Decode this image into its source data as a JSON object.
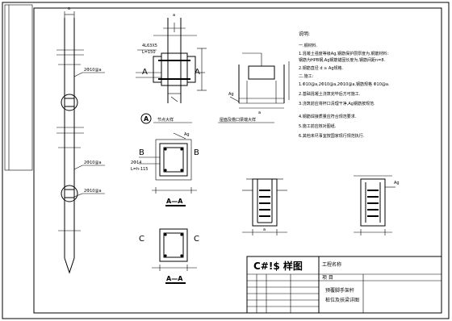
{
  "sheet": {
    "title_block": {
      "drawing_name": "C#!$ 样图",
      "project_label": "工程名称",
      "item_label": "项 目",
      "drawing_title_line1": "预覆脚手架杆",
      "drawing_title_line2": "桩位及扶梁详图"
    }
  },
  "labels": {
    "section_A": "A",
    "section_B": "B",
    "section_C": "C",
    "section_B_right": "B",
    "section_C_right": "C",
    "circle_A": "A",
    "section_AA_1": "A—A",
    "section_AA_2": "A—A",
    "detail_caption_1": "节点大样",
    "detail_caption_2": "屋面及檐口梁端大样",
    "dim_a": "a",
    "dim_a2": "a",
    "dim_a3": "a",
    "dim_a4": "a",
    "ag_label": "Ag",
    "ag_label2": "Ag",
    "ag_label3": "Ag",
    "pole_note_1": "2Φ10@a",
    "pole_note_2": "2Φ10@a",
    "pole_note_3": "2Φ10@a",
    "small_note_1": "4L63X5",
    "small_note_2": "L=150",
    "small_note_3": "2Φ14",
    "small_note_4": "L=h-115"
  },
  "notes": {
    "heading": "说明:",
    "lines": [
      "一.钢材料.",
      "1.混凝土强度等级Ag,钢筋保护层厚度为,钢筋材料:",
      "  钢筋为HPB钢,Ag钢筋锚固长度为,钢筋间距n=8.",
      "2.钢筋直径 d ≥ Ag规格.",
      "二.施工:",
      "1.Φ10@a,2Φ10@a,2Φ10@a,钢筋规格 Φ10@a.",
      "2.基础混凝土浇筑完毕后方可施工.",
      "3.浇筑前应将杯口清理干净,Ag钢筋按规范.",
      "4.钢筋焊接质量应符合规范要求.",
      "5.施工前应核对图纸.",
      "6.其他未尽事宜按国家现行规范执行."
    ]
  }
}
